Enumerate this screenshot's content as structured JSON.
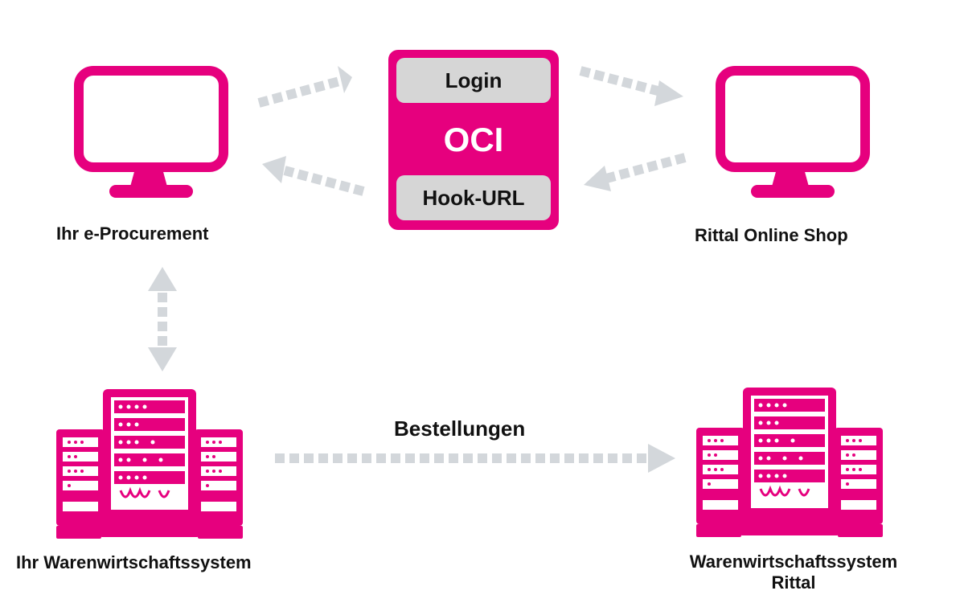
{
  "nodes": {
    "procurement": {
      "label": "Ihr e-Procurement"
    },
    "shop": {
      "label": "Rittal Online Shop"
    },
    "erp_customer": {
      "label": "Ihr Warenwirtschaftssystem"
    },
    "erp_rittal": {
      "label_line1": "Warenwirtschaftssystem",
      "label_line2": "Rittal"
    }
  },
  "oci": {
    "login": "Login",
    "title": "OCI",
    "hook_url": "Hook-URL"
  },
  "edges": {
    "orders_label": "Bestellungen"
  },
  "colors": {
    "magenta": "#e6007e",
    "arrow_gray": "#d3d7db",
    "pill_gray": "#d6d6d6"
  },
  "icons": [
    "monitor-icon",
    "monitor-icon",
    "server-rack-icon",
    "server-rack-icon"
  ]
}
